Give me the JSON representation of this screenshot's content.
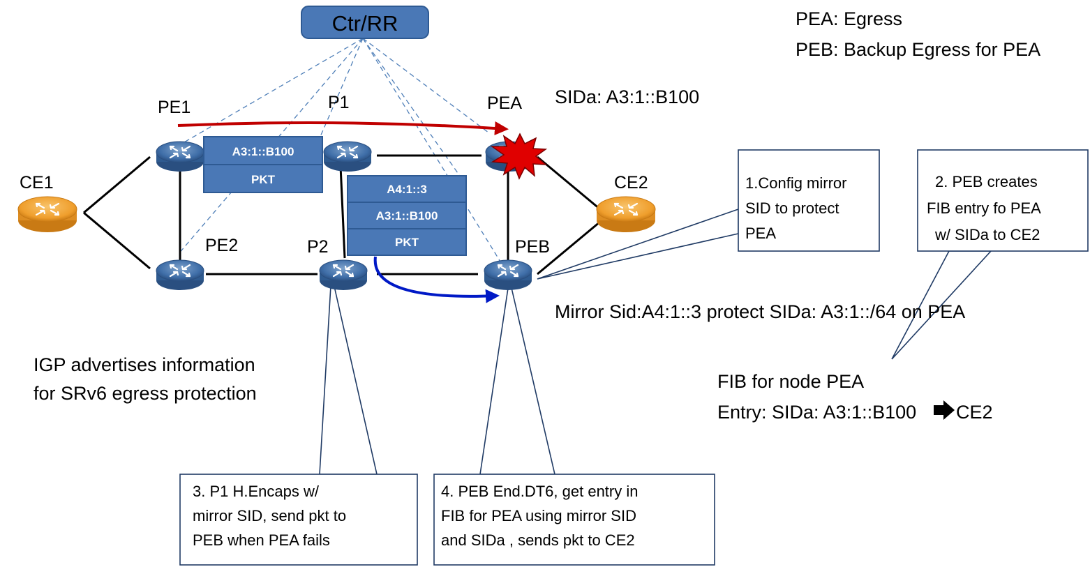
{
  "controller": {
    "label": "Ctr/RR"
  },
  "legend": {
    "line1": "PEA: Egress",
    "line2": "PEB: Backup Egress for PEA"
  },
  "sida_label": "SIDa: A3:1::B100",
  "nodes": {
    "pe1": "PE1",
    "p1": "P1",
    "pea": "PEA",
    "ce1": "CE1",
    "ce2": "CE2",
    "pe2": "PE2",
    "p2": "P2",
    "peb": "PEB"
  },
  "packet1": [
    "A3:1::B100",
    "PKT"
  ],
  "packet2": [
    "A4:1::3",
    "A3:1::B100",
    "PKT"
  ],
  "mirror_text": "Mirror Sid:A4:1::3  protect SIDa: A3:1::/64 on PEA",
  "igp_text": [
    "IGP advertises information",
    "for SRv6 egress protection"
  ],
  "fib_text": [
    "FIB for node PEA",
    "Entry: SIDa: A3:1::B100",
    "CE2"
  ],
  "callouts": {
    "c1": [
      "1.Config mirror",
      "SID to protect",
      "PEA"
    ],
    "c2": [
      "2. PEB creates",
      "FIB entry fo PEA",
      "w/ SIDa to CE2"
    ],
    "c3": [
      "3.  P1 H.Encaps w/",
      "mirror SID, send pkt to",
      "PEB when PEA fails"
    ],
    "c4": [
      "4. PEB End.DT6, get entry in",
      "FIB for PEA using mirror SID",
      "and SIDa , sends pkt to CE2"
    ]
  },
  "colors": {
    "router": "#3f6ea8",
    "ce": "#f2a53a",
    "header_box": "#4a78b6",
    "primary_path": "#c00000",
    "backup_path": "#0019c6",
    "burst": "#e00000"
  }
}
